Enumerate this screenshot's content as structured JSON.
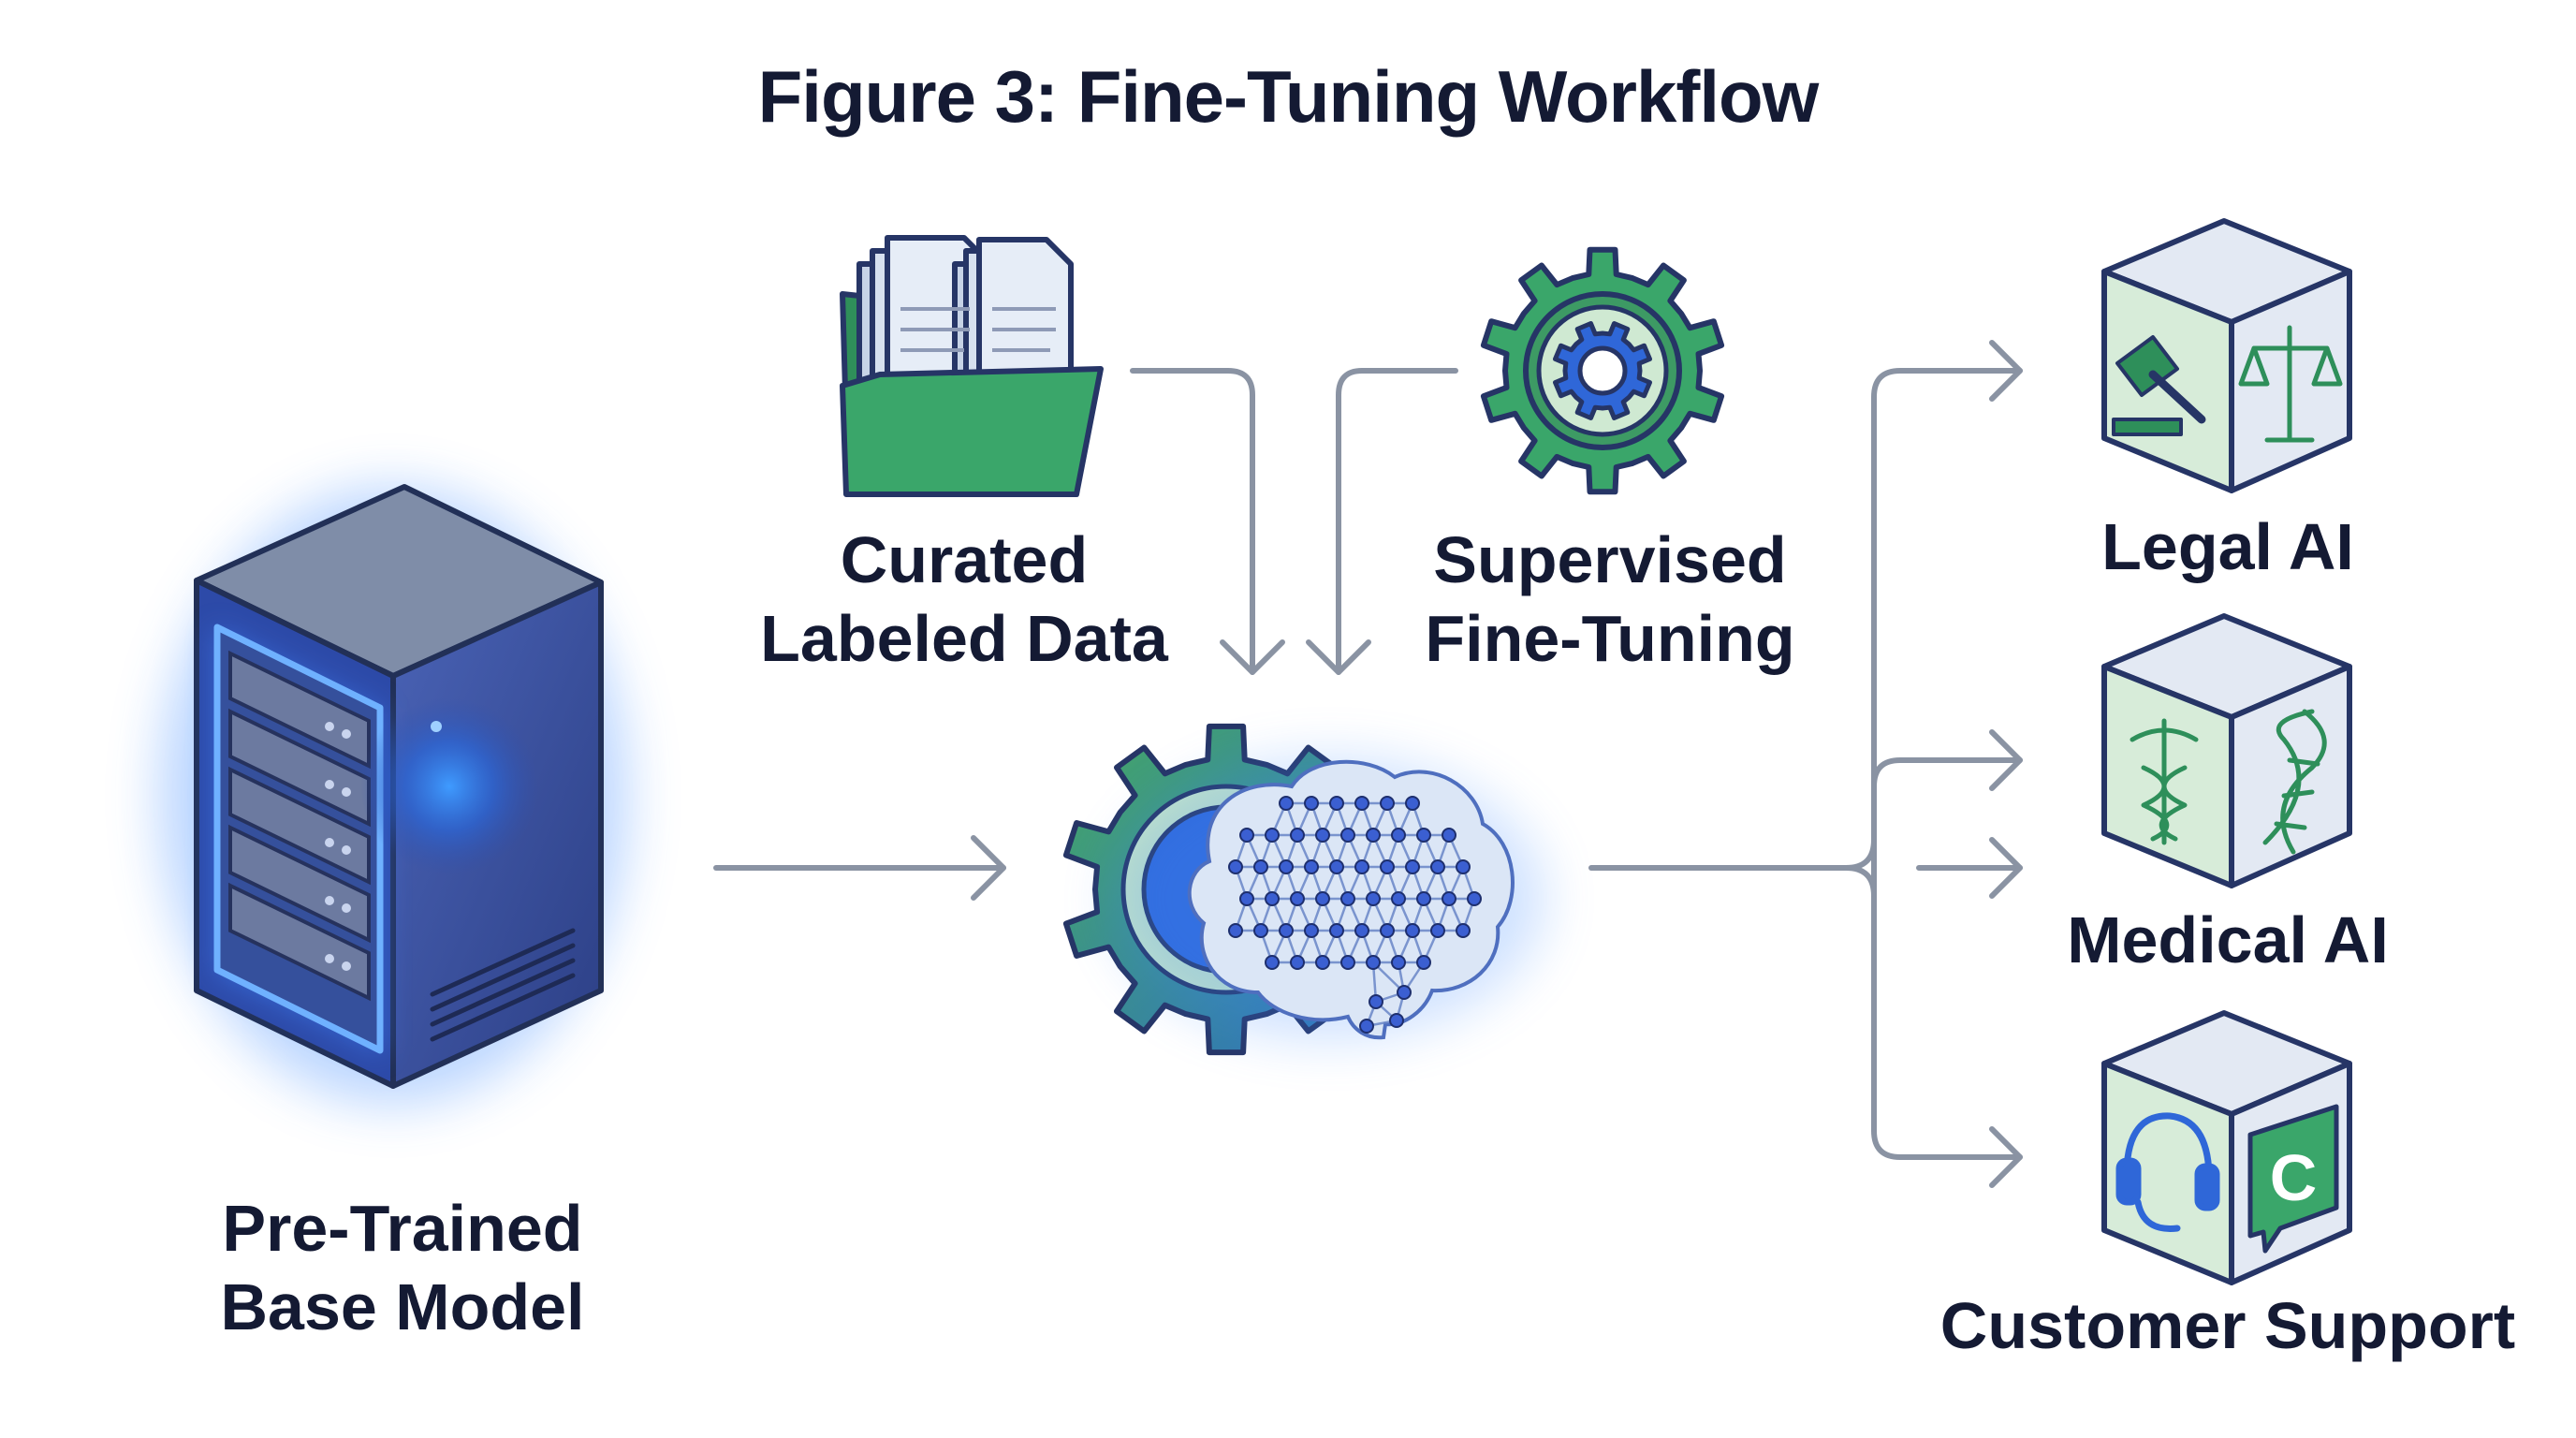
{
  "figure": {
    "title": "Figure 3: Fine-Tuning Workflow"
  },
  "nodes": {
    "base_model": {
      "line1": "Pre-Trained",
      "line2": "Base Model",
      "icon": "server-icon"
    },
    "data": {
      "line1": "Curated",
      "line2": "Labeled Data",
      "icon": "folder-documents-icon"
    },
    "sft": {
      "line1": "Supervised",
      "line2": "Fine-Tuning",
      "icon": "gear-icon"
    },
    "tuned_model": {
      "icon": "gear-brain-network-icon"
    },
    "outputs": [
      {
        "label": "Legal AI",
        "icons": [
          "gavel-icon",
          "scales-icon"
        ]
      },
      {
        "label": "Medical AI",
        "icons": [
          "caduceus-icon",
          "dna-icon"
        ]
      },
      {
        "label": "Customer Support",
        "icons": [
          "headset-icon",
          "chat-icon"
        ]
      }
    ]
  },
  "colors": {
    "text": "#141a33",
    "arrow": "#8a93a3",
    "green": "#3aa66a",
    "blue": "#2f67d8",
    "glow": "#3f8bff",
    "cube_face": "#dfeedf"
  }
}
